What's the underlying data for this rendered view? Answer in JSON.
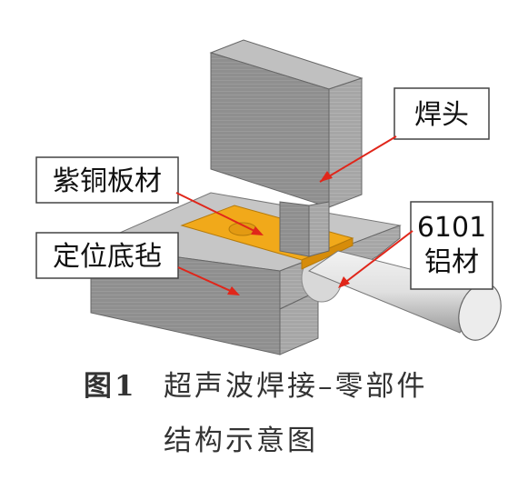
{
  "labels": {
    "horn": "焊头",
    "copper_sheet": "紫铜板材",
    "base": "定位底毡",
    "aluminum_line1": "6101",
    "aluminum_line2": "铝材"
  },
  "caption": {
    "figure_number": "图1",
    "line1": "超声波焊接–零部件",
    "line2": "结构示意图"
  },
  "colors": {
    "arrow": "#e0261a",
    "copper": "#f1a91a",
    "label_border": "#444444"
  }
}
